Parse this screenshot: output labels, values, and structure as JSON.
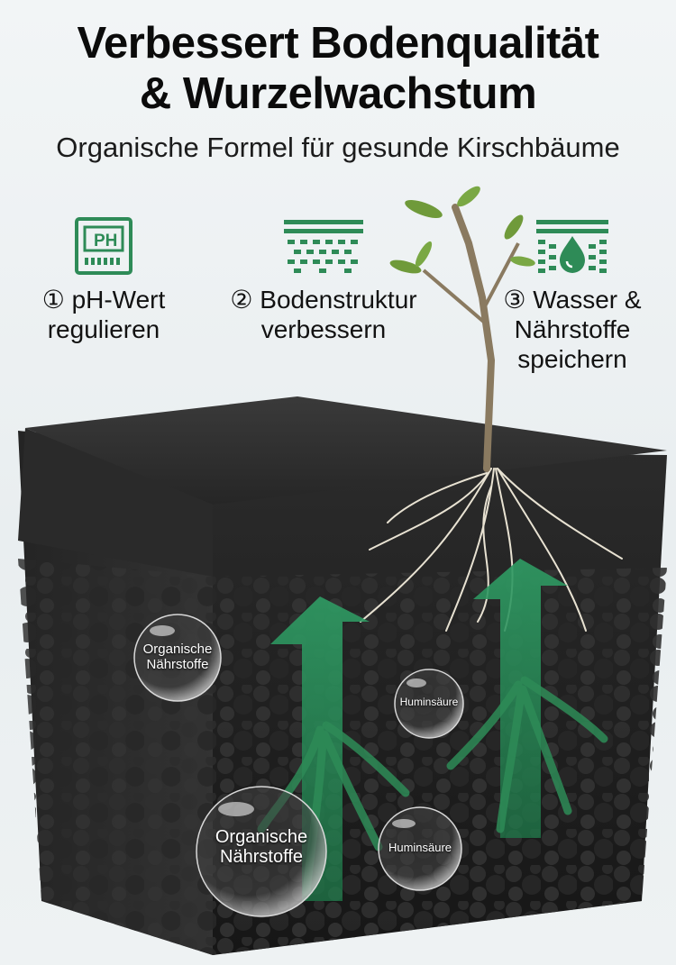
{
  "header": {
    "title_line1": "Verbessert Bodenqualität",
    "title_line2": "& Wurzelwachstum",
    "subtitle": "Organische Formel für gesunde Kirschbäume"
  },
  "features": [
    {
      "icon": "ph-meter-icon",
      "label_line1": "① pH-Wert",
      "label_line2": "regulieren"
    },
    {
      "icon": "soil-structure-icon",
      "label_line1": "② Bodenstruktur",
      "label_line2": "verbessern"
    },
    {
      "icon": "water-drop-icon",
      "label_line1": "③ Wasser &",
      "label_line2": "Nährstoffe",
      "label_line3": "speichern"
    }
  ],
  "icon_text": {
    "ph": "PH"
  },
  "bubbles": [
    {
      "line1": "Organische",
      "line2": "Nährstoffe"
    },
    {
      "line1": "Huminsäure"
    },
    {
      "line1": "Organische",
      "line2": "Nährstoffe"
    },
    {
      "line1": "Huminsäure"
    }
  ],
  "colors": {
    "accent_green": "#2e8b57",
    "soil": "#2a2a2a"
  }
}
